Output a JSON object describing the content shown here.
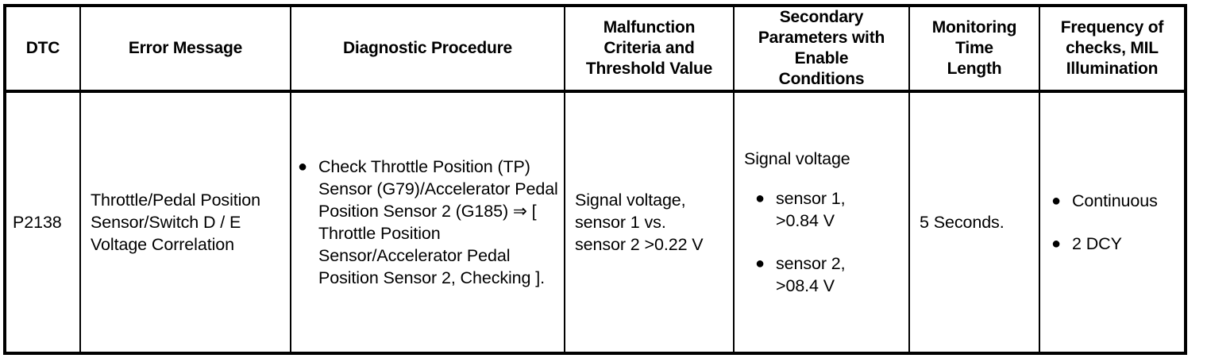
{
  "table": {
    "columns": [
      {
        "key": "dtc",
        "header": "DTC"
      },
      {
        "key": "err",
        "header_lines": [
          "Error Message"
        ]
      },
      {
        "key": "diag",
        "header_lines": [
          "Diagnostic Procedure"
        ]
      },
      {
        "key": "malf",
        "header_lines": [
          "Malfunction",
          "Criteria and",
          "Threshold Value"
        ]
      },
      {
        "key": "sec",
        "header_lines": [
          "Secondary",
          "Parameters with",
          "Enable",
          "Conditions"
        ]
      },
      {
        "key": "mon",
        "header_lines": [
          "Monitoring",
          "Time",
          "Length"
        ]
      },
      {
        "key": "freq",
        "header_lines": [
          "Frequency of",
          "checks, MIL",
          "Illumination"
        ]
      }
    ],
    "headers": {
      "dtc": "DTC",
      "error_message": "Error Message",
      "diagnostic_procedure": "Diagnostic Procedure",
      "malfunction_1": "Malfunction",
      "malfunction_2": "Criteria and",
      "malfunction_3": "Threshold Value",
      "secondary_1": "Secondary",
      "secondary_2": "Parameters with",
      "secondary_3": "Enable",
      "secondary_4": "Conditions",
      "monitoring_1": "Monitoring",
      "monitoring_2": "Time",
      "monitoring_3": "Length",
      "frequency_1": "Frequency of",
      "frequency_2": "checks, MIL",
      "frequency_3": "Illumination"
    },
    "rows": [
      {
        "dtc": "P2138",
        "error_message_lines": [
          "Throttle/Pedal Position",
          "Sensor/Switch D / E",
          "Voltage Correlation"
        ],
        "diagnostic_procedure_bullets": [
          "Check Throttle Position (TP) Sensor (G79)/Accelerator Pedal Position Sensor 2 (G185) ⇒ [ Throttle Position Sensor/Accelerator Pedal Position Sensor 2, Checking ]."
        ],
        "malfunction_criteria_lines": [
          "Signal voltage,",
          "sensor 1 vs.",
          "sensor 2 >0.22 V"
        ],
        "secondary_parameters_lead": "Signal voltage",
        "secondary_parameters_bullets": [
          {
            "line1": "sensor 1,",
            "line2": ">0.84 V"
          },
          {
            "line1": "sensor 2,",
            "line2": ">08.4 V"
          }
        ],
        "monitoring_time_length": "5 Seconds.",
        "frequency_bullets": [
          "Continuous",
          "2 DCY"
        ]
      }
    ]
  },
  "glyphs": {
    "bullet": "●",
    "double_arrow": "⇒"
  },
  "colors": {
    "border": "#000000",
    "text": "#000000",
    "background": "#ffffff"
  }
}
